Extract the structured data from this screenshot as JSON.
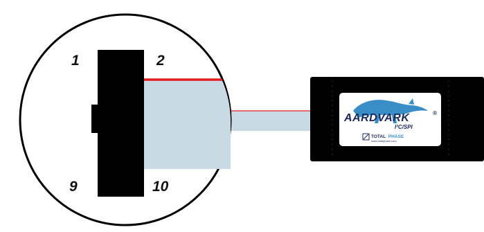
{
  "diagram": {
    "connector": {
      "pins": {
        "top_left": "1",
        "top_right": "2",
        "bottom_left": "9",
        "bottom_right": "10"
      }
    },
    "device": {
      "logo": {
        "name": "AARDVARK",
        "registered_mark": "®",
        "subtitle": "I²C/SPI"
      },
      "brand": {
        "name_part1": "TOTAL",
        "name_part2": "PHASE",
        "url": "www.totalphase.com"
      }
    },
    "colors": {
      "cable": "#c9dae4",
      "pin1_wire": "#e02020",
      "connector_body": "#000000",
      "outline": "#000000",
      "logo_text": "#1b2a5a",
      "brand_accent": "#3a8ec8"
    }
  }
}
